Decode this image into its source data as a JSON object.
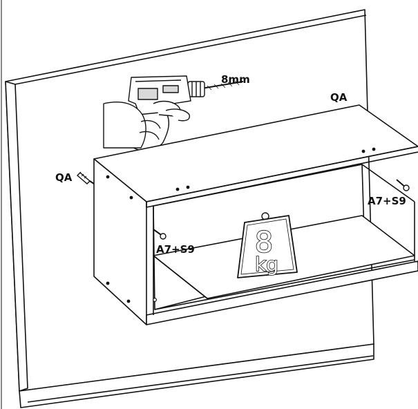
{
  "labels": {
    "drill_size": "8mm",
    "fixing_top": "QA",
    "fixing_left": "QA",
    "hardware_left": "A7+S9",
    "hardware_right": "A7+S9"
  },
  "weight_badge": {
    "value": "8",
    "unit": "kg"
  },
  "icons": [
    "drill-icon",
    "wall-plug-icon",
    "screw-icon",
    "weight-icon"
  ],
  "colors": {
    "line": "#111111",
    "fill": "#ffffff",
    "shade": "#d9d9d9"
  }
}
